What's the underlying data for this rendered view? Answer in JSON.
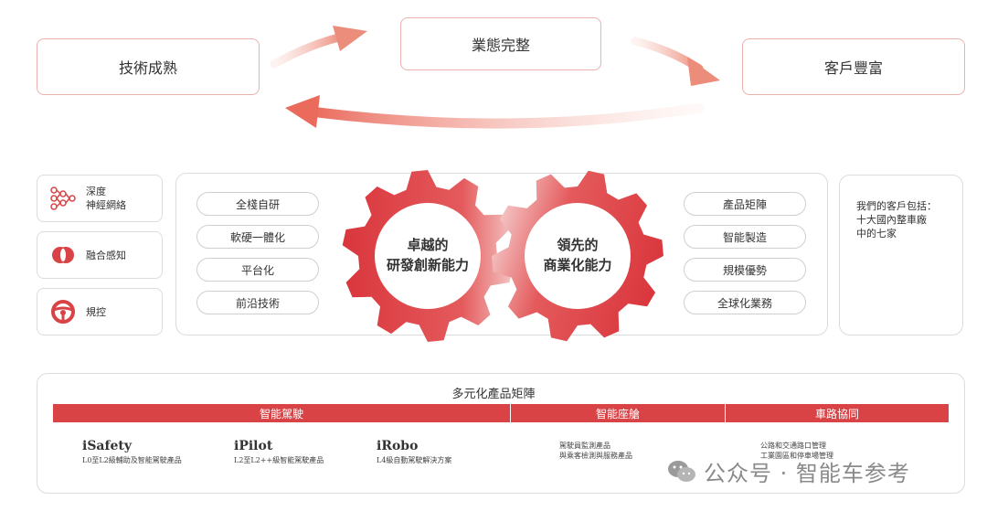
{
  "top": {
    "left_box": "技術成熟",
    "center_box": "業態完整",
    "right_box": "客戶豐富"
  },
  "features": [
    {
      "label": "深度\n神經網絡",
      "icon": "neural-network-icon"
    },
    {
      "label": "融合感知",
      "icon": "fusion-sensing-icon"
    },
    {
      "label": "規控",
      "icon": "steering-wheel-icon"
    }
  ],
  "left_pills": [
    "全棧自研",
    "軟硬一體化",
    "平台化",
    "前沿技術"
  ],
  "gears": {
    "left": {
      "line1": "卓越的",
      "line2": "研發創新能力"
    },
    "right": {
      "line1": "領先的",
      "line2": "商業化能力"
    }
  },
  "right_pills": [
    "產品矩陣",
    "智能製造",
    "規模優勢",
    "全球化業務"
  ],
  "customers": {
    "text": "我們的客戶包括：\n十大國內整車廠\n中的七家"
  },
  "matrix": {
    "title": "多元化產品矩陣",
    "bands": [
      "智能駕駛",
      "智能座艙",
      "車路協同"
    ],
    "products": [
      {
        "name": "iSafety",
        "desc": "L0至L2級輔助及智能駕駛產品"
      },
      {
        "name": "iPilot",
        "desc": "L2至L2++級智能駕駛產品"
      },
      {
        "name": "iRobo",
        "desc": "L4級自動駕駛解決方案"
      }
    ],
    "cabin_desc": "駕駛員監測產品\n與乘客檢測與服務產品",
    "v2x_desc": "公路和交通路口管理\n工業園區和停車場管理"
  },
  "watermark": {
    "text": "公众号 · 智能车参考"
  },
  "colors": {
    "accent": "#d94346",
    "border": "#e9b2ad",
    "gear_light": "#f3bcbc"
  }
}
